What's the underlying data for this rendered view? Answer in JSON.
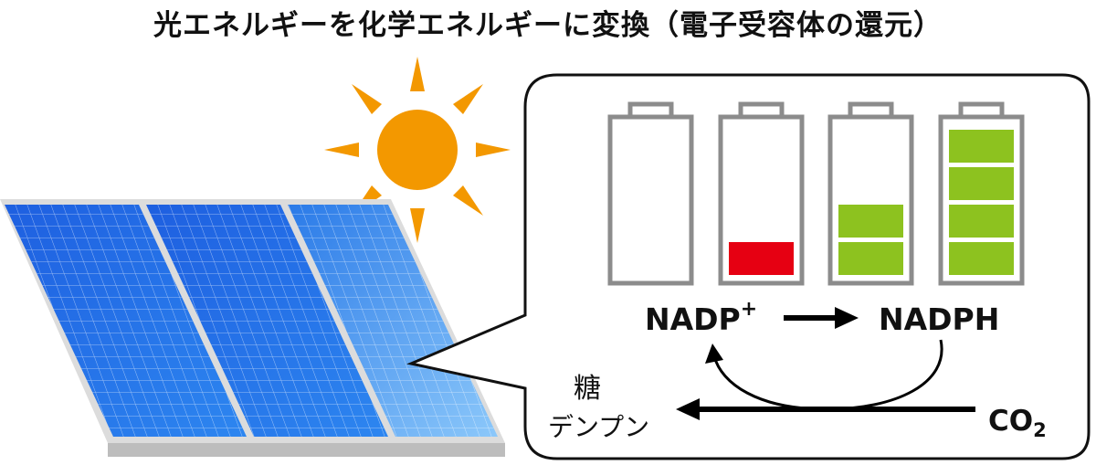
{
  "title": "光エネルギーを化学エネルギーに変換（電子受容体の還元）",
  "labels": {
    "nadp": "NADP",
    "nadp_sup": "+",
    "nadph": "NADPH",
    "co2": "CO",
    "co2_sub": "2",
    "sugar": "糖",
    "starch": "デンプン"
  },
  "batteries": [
    {
      "charge_bars": 0,
      "bar_color": "#ffffff"
    },
    {
      "charge_bars": 1,
      "bar_color": "#e60012"
    },
    {
      "charge_bars": 2,
      "bar_color": "#8dc21f"
    },
    {
      "charge_bars": 4,
      "bar_color": "#8dc21f"
    }
  ],
  "colors": {
    "sun": "#f39800",
    "panel_blue": "#1a6fe8",
    "panel_light": "#5aaaf5",
    "battery_outline": "#8c8c8c",
    "arrow": "#000000"
  }
}
